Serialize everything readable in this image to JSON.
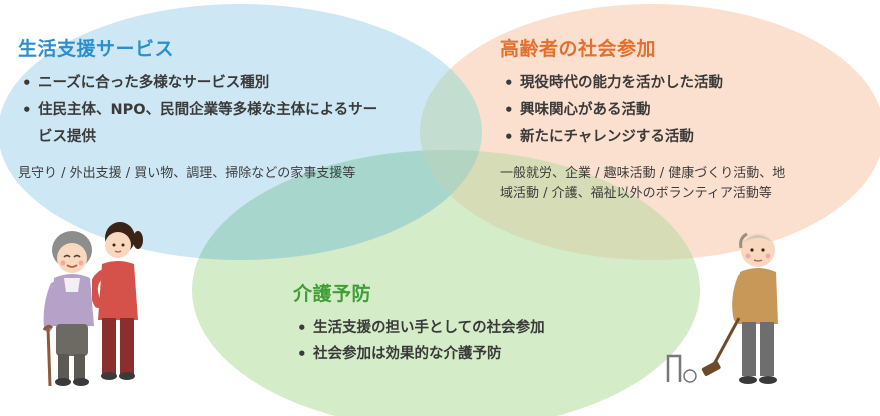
{
  "colors": {
    "left_circle": "#cde7f4",
    "right_circle": "#fce0cf",
    "bottom_circle": "#d4ecc8",
    "overlap_tint": "#b4dcc4",
    "heading_left": "#2a8fd0",
    "heading_right": "#e2702e",
    "heading_bottom": "#3f9e35",
    "text": "#333333"
  },
  "circles": {
    "left": {
      "title": "生活支援サービス",
      "bullets": [
        "ニーズに合った多様なサービス種別",
        "住民主体、NPO、民間企業等多様な主体によるサービス提供"
      ],
      "examples": "見守り / 外出支援 / 買い物、調理、掃除などの家事支援等"
    },
    "right": {
      "title": "高齢者の社会参加",
      "bullets": [
        "現役時代の能力を活かした活動",
        "興味関心がある活動",
        "新たにチャレンジする活動"
      ],
      "examples": "一般就労、企業 / 趣味活動 / 健康づくり活動、地域活動 / 介護、福祉以外のボランティア活動等"
    },
    "bottom": {
      "title": "介護予防",
      "bullets": [
        "生活支援の担い手としての社会参加",
        "社会参加は効果的な介護予防"
      ]
    }
  },
  "illustrations": [
    {
      "name": "elderly-woman-with-cane",
      "depicts": "elderly woman walking with a cane"
    },
    {
      "name": "caregiver-woman",
      "depicts": "young woman supporting the elderly woman"
    },
    {
      "name": "elderly-man-gateball",
      "depicts": "elderly man playing gateball"
    }
  ]
}
